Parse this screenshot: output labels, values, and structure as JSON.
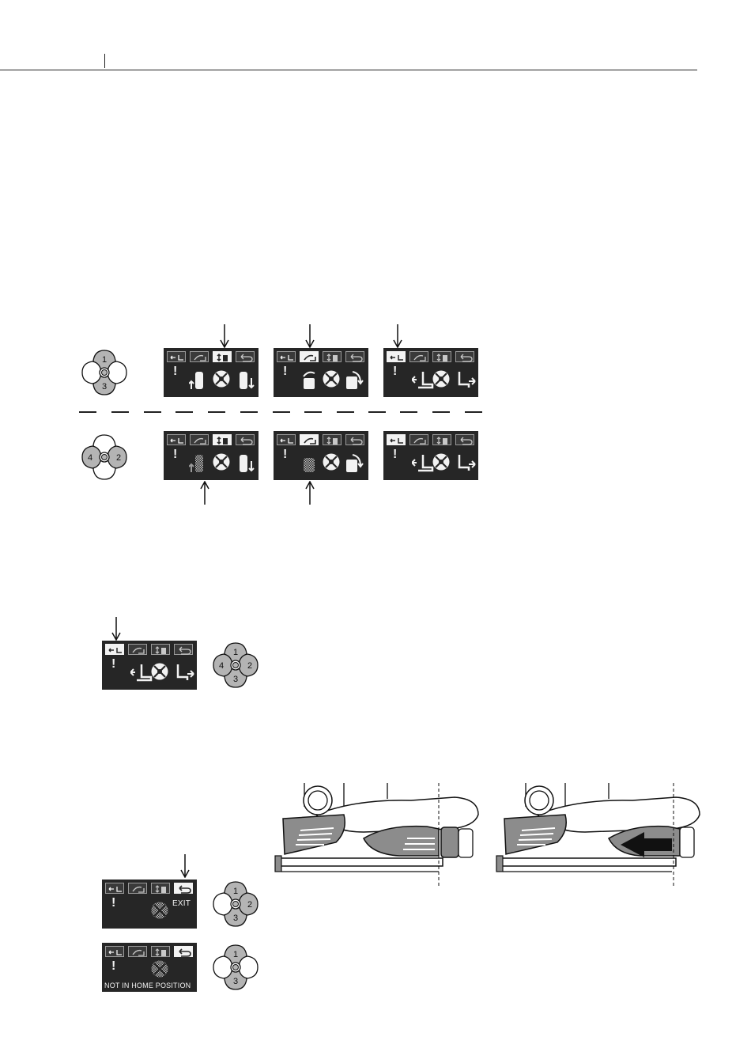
{
  "controls": {
    "button_up": "1",
    "button_right": "2",
    "button_down": "3",
    "button_left": "4"
  },
  "display": {
    "exit_label": "EXIT",
    "not_home_message": "NOT IN HOME POSITION"
  },
  "colors": {
    "panel_bg": "#262626",
    "panel_fg": "#f2f2f2",
    "button_gray": "#b4b4b4",
    "seat_gray": "#8c8c8c"
  },
  "icons": {
    "tab_1": "seat-slide-icon",
    "tab_2": "backrest-tilt-icon",
    "tab_3": "seat-height-icon",
    "tab_4": "return-icon"
  }
}
